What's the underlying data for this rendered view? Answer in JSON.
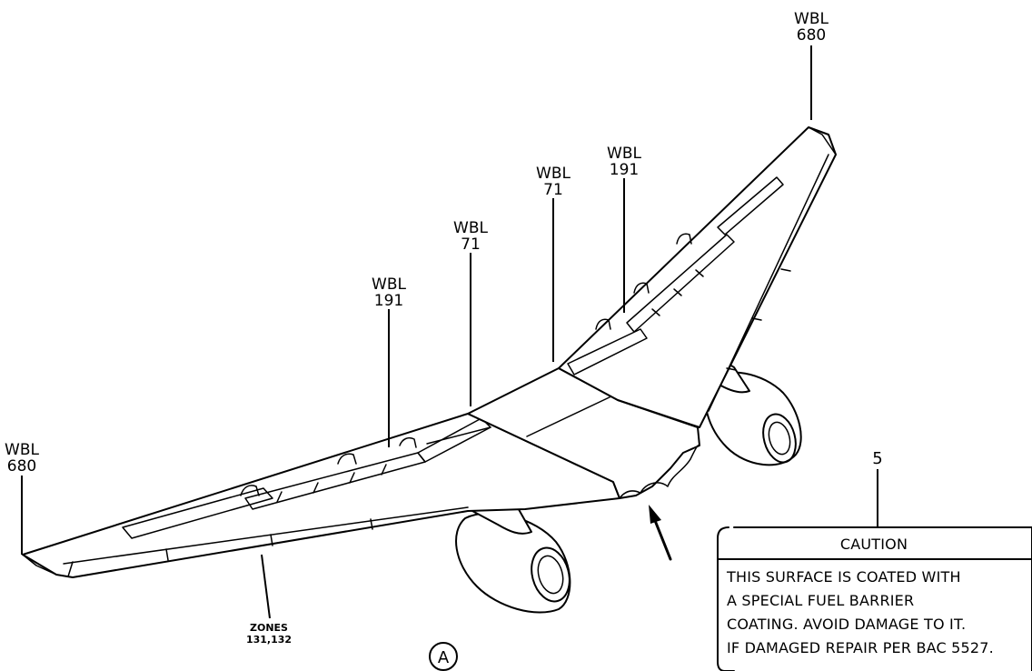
{
  "wbl_labels": [
    {
      "key": "left_680",
      "line1": "WBL",
      "line2": "680"
    },
    {
      "key": "left_191",
      "line1": "WBL",
      "line2": "191"
    },
    {
      "key": "left_71",
      "line1": "WBL",
      "line2": "71"
    },
    {
      "key": "right_71",
      "line1": "WBL",
      "line2": "71"
    },
    {
      "key": "right_191",
      "line1": "WBL",
      "line2": "191"
    },
    {
      "key": "right_680",
      "line1": "WBL",
      "line2": "680"
    }
  ],
  "zones": {
    "line1": "ZONES",
    "line2": "131,132"
  },
  "view_label": "A",
  "callout_number": "5",
  "caution": {
    "title": "CAUTION",
    "lines": [
      "THIS SURFACE IS COATED WITH",
      "A SPECIAL FUEL BARRIER",
      "COATING. AVOID DAMAGE TO IT.",
      "IF DAMAGED REPAIR PER BAC 5527."
    ]
  }
}
